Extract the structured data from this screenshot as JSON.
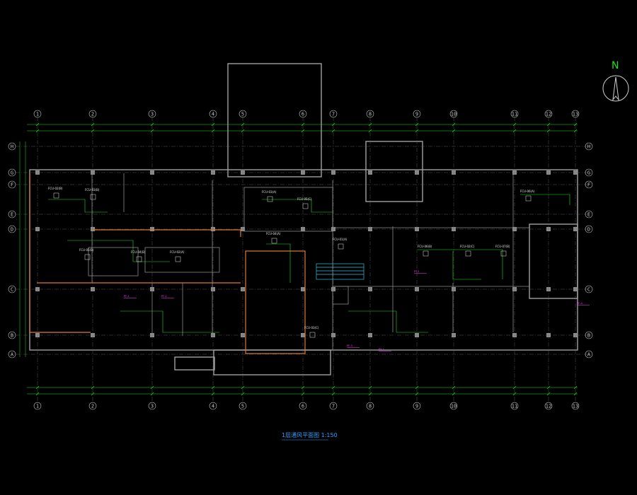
{
  "drawing": {
    "title": "1层通风平面图 1:150",
    "north_label": "N",
    "colors": {
      "background": "#000000",
      "grid": "#b8b8b8",
      "dimension": "#20e020",
      "wall": "#a0a0a0",
      "wall_accent": "#e07830",
      "duct": "#20e020",
      "equipment": "#ff33ff",
      "stair": "#30c0e0",
      "title": "#30a0ff"
    }
  },
  "grid": {
    "columns": [
      {
        "label": "1",
        "x": 1
      },
      {
        "label": "2",
        "x": 2
      },
      {
        "label": "3",
        "x": 3
      },
      {
        "label": "4",
        "x": 4
      },
      {
        "label": "5",
        "x": 5
      },
      {
        "label": "6",
        "x": 6
      },
      {
        "label": "7",
        "x": 7
      },
      {
        "label": "8",
        "x": 8
      },
      {
        "label": "9",
        "x": 9
      },
      {
        "label": "10",
        "x": 10
      },
      {
        "label": "11",
        "x": 11
      },
      {
        "label": "12",
        "x": 12
      },
      {
        "label": "13",
        "x": 13
      }
    ],
    "rows": [
      {
        "label": "H"
      },
      {
        "label": "G"
      },
      {
        "label": "F"
      },
      {
        "label": "E"
      },
      {
        "label": "D"
      },
      {
        "label": "C"
      },
      {
        "label": "B"
      },
      {
        "label": "A"
      }
    ]
  },
  "rooms": [
    {
      "label": "FCU-02(B)"
    },
    {
      "label": "FCU-03(B)"
    },
    {
      "label": "FCU-04(B)"
    },
    {
      "label": "FCU-02(A)"
    },
    {
      "label": "FCU-05(B)"
    },
    {
      "label": "FCU-03(A)"
    },
    {
      "label": "FCU-05(C)"
    },
    {
      "label": "FCU-04(A)"
    },
    {
      "label": "FCU-01(A)"
    },
    {
      "label": "FCU-06(B)"
    },
    {
      "label": "FCU-02(C)"
    },
    {
      "label": "FCU-07(B)"
    },
    {
      "label": "FCU-06(A)"
    },
    {
      "label": "FCU-03(C)"
    }
  ],
  "equipment_tags": [
    {
      "label": "PF-1"
    },
    {
      "label": "PF-2"
    },
    {
      "label": "PF-3"
    },
    {
      "label": "PY-1"
    },
    {
      "label": "PY-2"
    },
    {
      "label": "PF-4"
    }
  ]
}
